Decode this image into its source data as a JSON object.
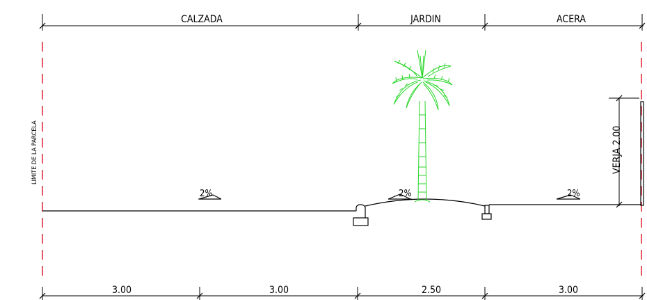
{
  "sections_top": {
    "calzada": "CALZADA",
    "jardin": "JARDIN",
    "acera": "ACERA"
  },
  "dimensions_bottom": [
    "3.00",
    "3.00",
    "2.50",
    "3.00"
  ],
  "slopes": [
    "2%",
    "2%",
    "2%"
  ],
  "parcel_limit_label": "LIMITE DE LA PARCELA",
  "fence_label": "VERJA 2.00",
  "colors": {
    "line": "#000000",
    "parcel_limit": "#e0303a",
    "palm_tree": "#29d629"
  }
}
